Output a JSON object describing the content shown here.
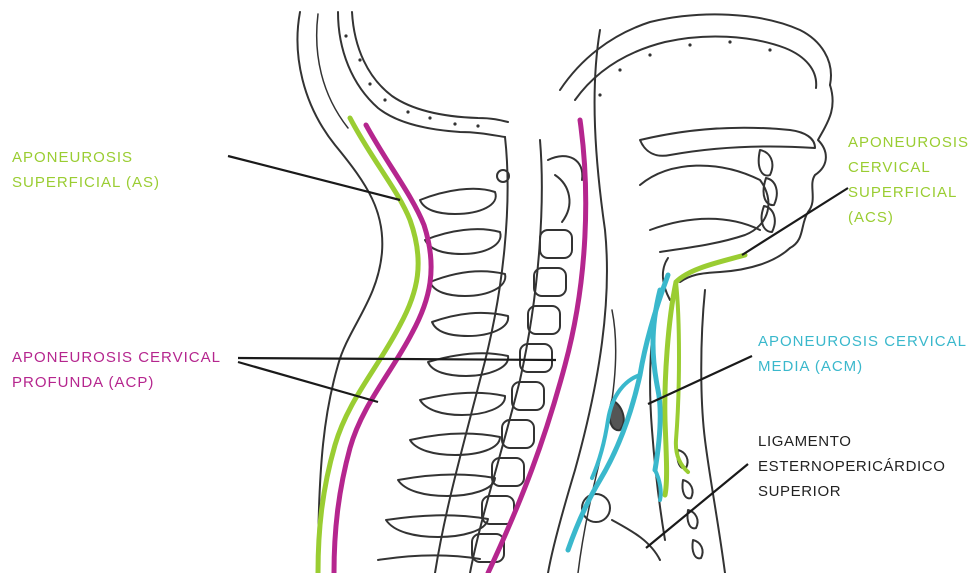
{
  "labels": {
    "as": {
      "lines": [
        "APONEUROSIS",
        "SUPERFICIAL (AS)"
      ]
    },
    "acp": {
      "lines": [
        "APONEUROSIS CERVICAL",
        "PROFUNDA (ACP)"
      ]
    },
    "acs": {
      "lines": [
        "APONEUROSIS",
        "CERVICAL",
        "SUPERFICIAL",
        "(ACS)"
      ]
    },
    "acm": {
      "lines": [
        "APONEUROSIS CERVICAL",
        "MEDIA (ACM)"
      ]
    },
    "ligament": {
      "lines": [
        "LIGAMENTO",
        "ESTERNOPERICÁRDICO",
        "SUPERIOR"
      ]
    }
  },
  "colors": {
    "superficial": "#9acd32",
    "profunda": "#b5268e",
    "media": "#3ab8cc",
    "ligament_text": "#222222",
    "anatomy_stroke": "#333333"
  }
}
